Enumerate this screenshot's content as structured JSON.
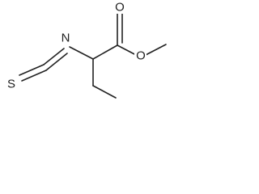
{
  "molecule": {
    "atoms": {
      "sulfur": "S",
      "nitrogen": "N",
      "carbonyl_oxygen": "O",
      "ester_oxygen": "O"
    }
  },
  "colors": {
    "ink": "#222222",
    "background": "#ffffff"
  }
}
